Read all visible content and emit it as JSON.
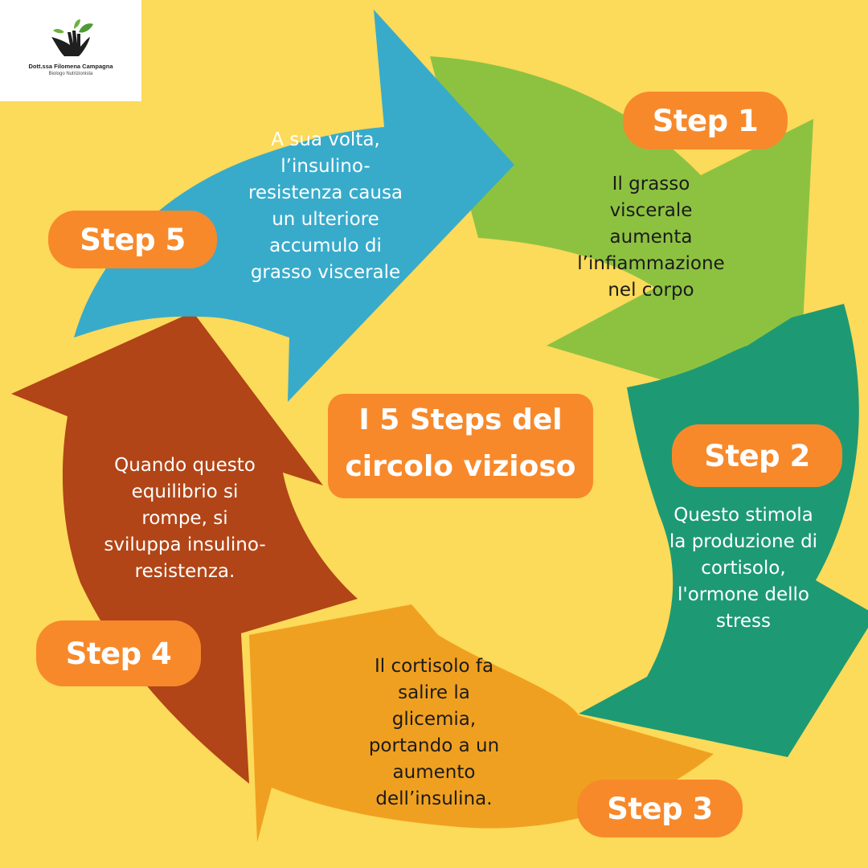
{
  "logo": {
    "name": "Dott.ssa Filomena Campagna",
    "role": "Biologo Nutrizionista",
    "icon": "hands-with-leaves-icon"
  },
  "center_title": "I 5 Steps del\ncircolo vizioso",
  "colors": {
    "background": "#FCDA5A",
    "pill": "#F7892B",
    "step1": "#8DC241",
    "step2": "#1D9A74",
    "step3": "#F0A020",
    "step4": "#B14517",
    "step5": "#38ABCB"
  },
  "steps": [
    {
      "label": "Step 1",
      "text": "Il grasso\nviscerale\naumenta\nl’infiammazione\nnel corpo"
    },
    {
      "label": "Step 2",
      "text": "Questo stimola\nla produzione di\ncortisolo,\nl'ormone dello\nstress"
    },
    {
      "label": "Step 3",
      "text": "Il cortisolo fa\nsalire la\nglicemia,\nportando a un\naumento\ndell’insulina."
    },
    {
      "label": "Step 4",
      "text": "Quando questo\nequilibrio si\nrompe, si\nsviluppa insulino-\nresistenza."
    },
    {
      "label": "Step 5",
      "text": "A sua volta,\nl’insulino-\nresistenza causa\nun ulteriore\naccumulo di\ngrasso viscerale"
    }
  ]
}
